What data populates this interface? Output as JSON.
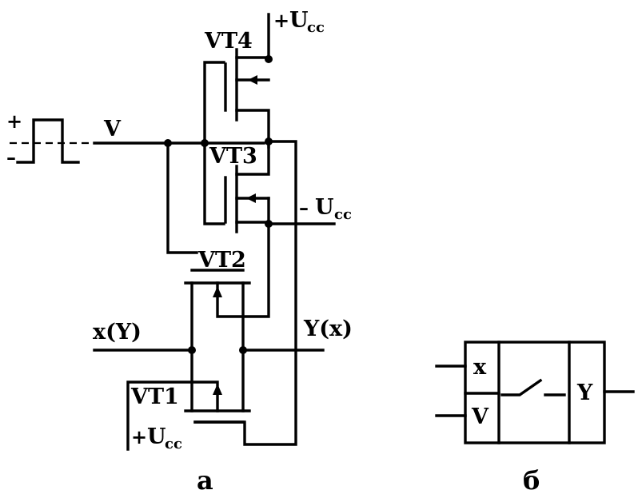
{
  "circuit": {
    "plus_sign": "+",
    "minus_sign": "–",
    "input_label": "V",
    "vt4_label": "VT4",
    "vt3_label": "VT3",
    "vt2_label": "VT2",
    "vt1_label": "VT1",
    "pos_supply_top_sign": "+",
    "pos_supply_top_main": "U",
    "pos_supply_top_sub": "cc",
    "neg_supply_sign": "–",
    "neg_supply_main": "U",
    "neg_supply_sub": "cc",
    "pos_supply_bottom_sign": "+",
    "pos_supply_bottom_main": "U",
    "pos_supply_bottom_sub": "cc",
    "io_left_label": "x(Y)",
    "io_right_label": "Y(x)",
    "caption": "а"
  },
  "symbol": {
    "input_x_label": "x",
    "input_v_label": "V",
    "output_label": "Y",
    "caption": "б"
  }
}
